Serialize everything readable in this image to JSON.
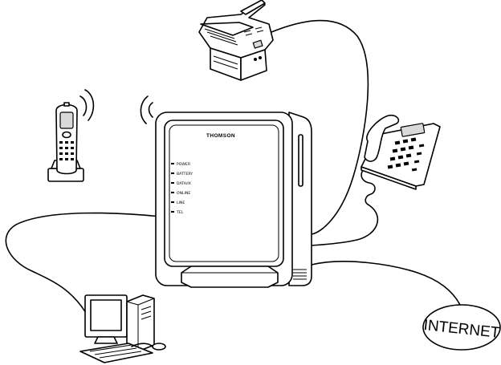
{
  "gateway": {
    "brand": "THOMSON",
    "leds": [
      "POWER",
      "BATTERY",
      "DATA/IX",
      "ONLINE",
      "LINE",
      "TEL"
    ]
  },
  "cloud": {
    "label": "INTERNET"
  }
}
